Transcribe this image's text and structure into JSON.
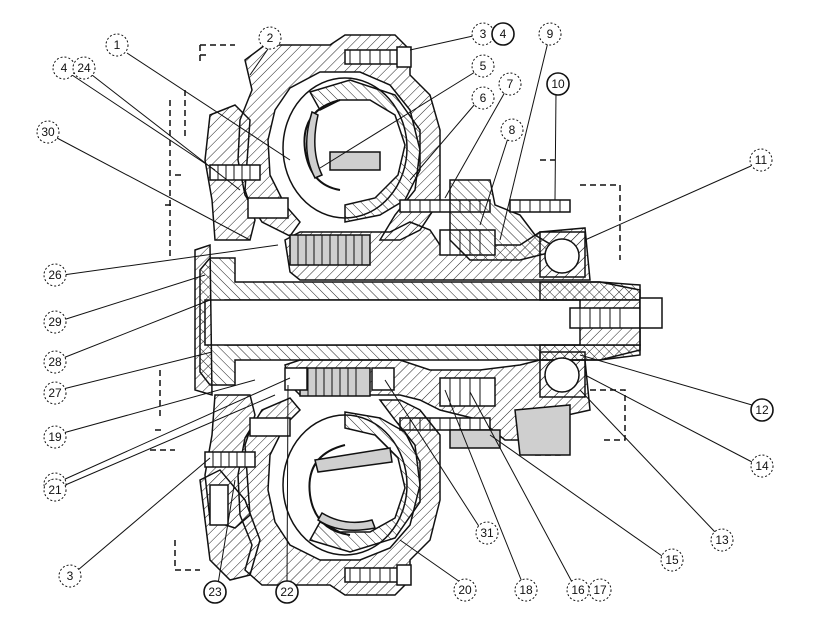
{
  "callouts": [
    {
      "id": "c1",
      "label": "1"
    },
    {
      "id": "c2",
      "label": "2"
    },
    {
      "id": "c3a",
      "label": "3"
    },
    {
      "id": "c4a",
      "label": "4"
    },
    {
      "id": "c4b",
      "label": "4"
    },
    {
      "id": "c24",
      "label": "24"
    },
    {
      "id": "c5",
      "label": "5"
    },
    {
      "id": "c6",
      "label": "6"
    },
    {
      "id": "c7",
      "label": "7"
    },
    {
      "id": "c8",
      "label": "8"
    },
    {
      "id": "c9",
      "label": "9"
    },
    {
      "id": "c10",
      "label": "10"
    },
    {
      "id": "c11",
      "label": "11"
    },
    {
      "id": "c30",
      "label": "30"
    },
    {
      "id": "c26",
      "label": "26"
    },
    {
      "id": "c29",
      "label": "29"
    },
    {
      "id": "c28",
      "label": "28"
    },
    {
      "id": "c27",
      "label": "27"
    },
    {
      "id": "c19",
      "label": "19"
    },
    {
      "id": "c25",
      "label": "25"
    },
    {
      "id": "c21",
      "label": "21"
    },
    {
      "id": "c3b",
      "label": "3"
    },
    {
      "id": "c23",
      "label": "23"
    },
    {
      "id": "c22",
      "label": "22"
    },
    {
      "id": "c20",
      "label": "20"
    },
    {
      "id": "c18",
      "label": "18"
    },
    {
      "id": "c31",
      "label": "31"
    },
    {
      "id": "c16",
      "label": "16"
    },
    {
      "id": "c17",
      "label": "17"
    },
    {
      "id": "c15",
      "label": "15"
    },
    {
      "id": "c13",
      "label": "13"
    },
    {
      "id": "c14",
      "label": "14"
    },
    {
      "id": "c12",
      "label": "12"
    }
  ]
}
